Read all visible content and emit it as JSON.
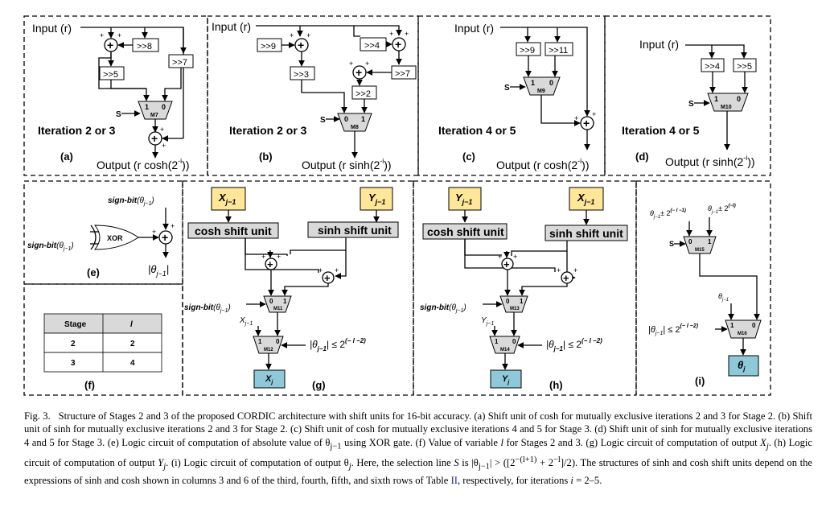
{
  "figure": {
    "panel_a": {
      "input": "Input (r)",
      "shift_8": ">>8",
      "shift_7": ">>7",
      "shift_5": ">>5",
      "mux_sel": "S",
      "mux_in0": "1",
      "mux_in1": "0",
      "mux_name": "M7",
      "iteration": "Iteration 2 or 3",
      "label": "(a)",
      "output": "Output (r cosh(2",
      "output_exp": "-i",
      "output_end": "))"
    },
    "panel_b": {
      "input": "Input (r)",
      "shift_9": ">>9",
      "shift_4": ">>4",
      "shift_3": ">>3",
      "shift_7": ">>7",
      "shift_2": ">>2",
      "mux_sel": "S",
      "mux_in0": "0",
      "mux_in1": "1",
      "mux_name": "M8",
      "iteration": "Iteration 2 or 3",
      "label": "(b)",
      "output": "Output (r sinh(2",
      "output_exp": "-i",
      "output_end": "))"
    },
    "panel_c": {
      "input": "Input (r)",
      "shift_9": ">>9",
      "shift_11": ">>11",
      "mux_sel": "S",
      "mux_in0": "1",
      "mux_in1": "0",
      "mux_name": "M9",
      "iteration": "Iteration 4 or 5",
      "label": "(c)",
      "output": "Output (r cosh(2",
      "output_exp": "-i",
      "output_end": "))"
    },
    "panel_d": {
      "input": "Input (r)",
      "shift_4": ">>4",
      "shift_5": ">>5",
      "mux_sel": "S",
      "mux_in0": "1",
      "mux_in1": "0",
      "mux_name": "M10",
      "iteration": "Iteration 4 or 5",
      "label": "(d)",
      "output": "Output (r sinh(2",
      "output_exp": "-i",
      "output_end": "))"
    },
    "panel_e": {
      "sign_top": "sign-bit",
      "sign_top_arg": "(θ",
      "sign_top_sub": "j−1",
      "sign_top_end": ")",
      "sign_left": "sign-bit",
      "sign_left_arg": "(θ",
      "sign_left_sub": "j−1",
      "sign_left_end": ")",
      "gate": "XOR",
      "output": "|θ",
      "output_sub": "j−1",
      "output_end": "|",
      "label": "(e)"
    },
    "panel_f": {
      "headers": [
        "Stage",
        "l"
      ],
      "rows": [
        [
          "2",
          "2"
        ],
        [
          "3",
          "4"
        ]
      ],
      "label": "(f)"
    },
    "panel_g": {
      "input_left": "X",
      "input_left_sub": "j−1",
      "input_right": "Y",
      "input_right_sub": "j−1",
      "unit_left": "cosh shift unit",
      "unit_right": "sinh shift unit",
      "sign_label": "sign-bit",
      "sign_arg": "(θ",
      "sign_sub": "j−1",
      "sign_end": ")",
      "mux1_name": "M11",
      "mux2_name": "M12",
      "mux_in0": "0",
      "mux_in1": "1",
      "bypass": "X",
      "bypass_sub": "j−1",
      "cond": "|θ",
      "cond_sub": "j−1",
      "cond_rel": "| ≤ 2",
      "cond_exp": "(− l −2)",
      "output": "X",
      "output_sub": "j",
      "label": "(g)"
    },
    "panel_h": {
      "input_left": "Y",
      "input_left_sub": "j−1",
      "input_right": "X",
      "input_right_sub": "j−1",
      "unit_left": "cosh shift unit",
      "unit_right": "sinh shift unit",
      "sign_label": "sign-bit",
      "sign_arg": "(θ",
      "sign_sub": "j−1",
      "sign_end": ")",
      "mux1_name": "M13",
      "mux2_name": "M14",
      "mux_in0": "0",
      "mux_in1": "1",
      "bypass": "Y",
      "bypass_sub": "j−1",
      "cond": "|θ",
      "cond_sub": "j−1",
      "cond_rel": "| ≤ 2",
      "cond_exp": "(− l −2)",
      "output": "Y",
      "output_sub": "j",
      "label": "(h)"
    },
    "panel_i": {
      "in_left": "θ",
      "in_left_sub": "j−1",
      "in_left_op": "± 2",
      "in_left_exp": "(− l −1)",
      "in_right": "θ",
      "in_right_sub": "j−1",
      "in_right_op": "± 2",
      "in_right_exp": "(−l)",
      "mux_sel": "S",
      "mux1_name": "M15",
      "mux2_name": "M16",
      "mux_in0": "0",
      "mux_in1": "1",
      "bypass": "θ",
      "bypass_sub": "j−1",
      "cond": "|θ",
      "cond_sub": "j−1",
      "cond_rel": "| ≤ 2",
      "cond_exp": "(− l −2)",
      "output": "θ",
      "output_sub": "j",
      "label": "(i)"
    },
    "plus": "+"
  },
  "caption": {
    "prefix": "Fig. 3.",
    "body1": "Structure of Stages 2 and 3 of the proposed CORDIC architecture with shift units for 16-bit accuracy. (a) Shift unit of cosh for mutually exclusive iterations 2 and 3 for Stage 2. (b) Shift unit of sinh for mutually exclusive iterations 2 and 3 for Stage 2. (c) Shift unit of cosh for mutually exclusive iterations 4 and 5 for Stage 3. (d) Shift unit of sinh for mutually exclusive iterations 4 and 5 for Stage 3. (e) Logic circuit of computation of absolute value of θ",
    "sub1": "j−1",
    "body2": " using ",
    "xor": "XOR",
    "body3": " gate. (f) Value of variable ",
    "l": "l",
    "body4": " for Stages 2 and 3. (g) Logic circuit of computation of output ",
    "xj": "X",
    "xj_sub": "j",
    "body5": ". (h) Logic circuit of computation of output ",
    "yj": "Y",
    "yj_sub": "j",
    "body6": ". (i) Logic circuit of computation of output θ",
    "tj_sub": "j",
    "body7": ". Here, the selection line ",
    "s": "S",
    "body8": " is |θ",
    "s_sub": "j−1",
    "body9": "| > ([2",
    "e1": "−(l+1)",
    "body10": " + 2",
    "e2": "−l",
    "body11": "]/2). The structures of sinh and cosh shift units depend on the expressions of sinh and cosh shown in columns 3 and 6 of the third, fourth, fifth, and sixth rows of Table ",
    "table_ref": "II",
    "body12": ", respectively, for iterations ",
    "iter": "i",
    "body13": " = 2–5."
  }
}
